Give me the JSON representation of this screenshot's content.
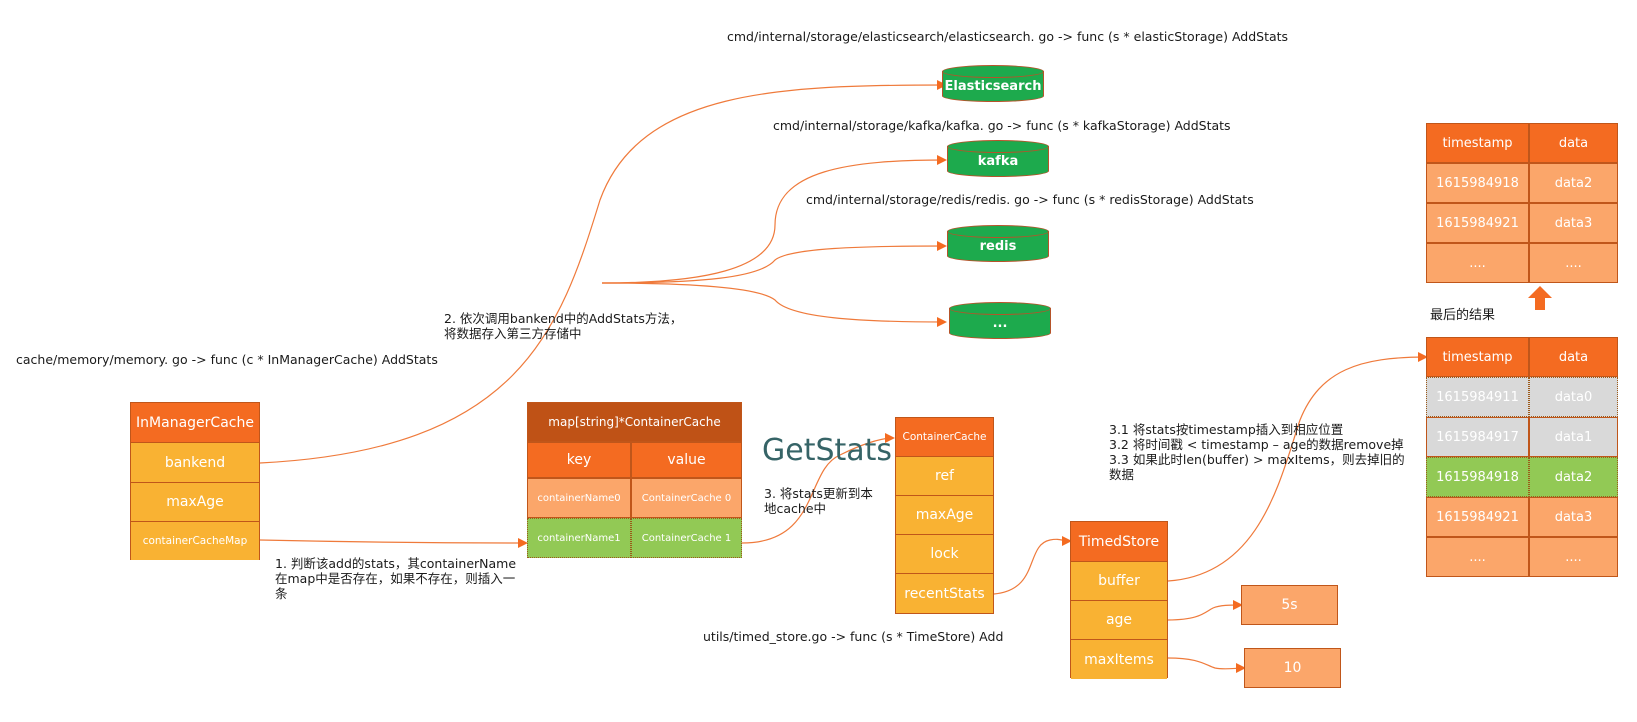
{
  "colors": {
    "header": "#f46b21",
    "header_dark": "#bf5216",
    "field": "#f9b233",
    "light": "#fba66a",
    "new_entry": "#92c955",
    "removed": "#d9d9d9",
    "db": "#1daa4d",
    "wire": "#ef7a3b",
    "getstats": "#366467"
  },
  "paths": {
    "elasticsearch": "cmd/internal/storage/elasticsearch/elasticsearch. go  -> func (s * elasticStorage) AddStats",
    "kafka": "cmd/internal/storage/kafka/kafka. go  -> func (s * kafkaStorage) AddStats",
    "redis": "cmd/internal/storage/redis/redis. go  -> func (s * redisStorage) AddStats",
    "memory": "cache/memory/memory. go  -> func (c * InManagerCache) AddStats",
    "timed_store": "utils/timed_store.go -> func (s * TimeStore) Add"
  },
  "databases": [
    {
      "name": "Elasticsearch"
    },
    {
      "name": "kafka"
    },
    {
      "name": "redis"
    },
    {
      "name": "..."
    }
  ],
  "notes": {
    "step1": "1. 判断该add的stats，其containerName在map中是否存在，如果不存在，则插入一条",
    "step2_line1": "2. 依次调用bankend中的AddStats方法，",
    "step2_line2": "将数据存入第三方存储中",
    "step3": "3. 将stats更新到本地cache中",
    "step31": "3.1 将stats按timestamp插入到相应位置",
    "step32": "3.2 将时间戳 < timestamp – age的数据remove掉",
    "step33": "3.3 如果此时len(buffer) > maxItems，则去掉旧的数据",
    "final_result": "最后的结果",
    "getstats": "GetStats"
  },
  "in_manager_cache": {
    "title": "InManagerCache",
    "fields": [
      "bankend",
      "maxAge",
      "containerCacheMap"
    ]
  },
  "container_map": {
    "title": "map[string]*ContainerCache",
    "headers": [
      "key",
      "value"
    ],
    "rows": [
      [
        "containerName0",
        "ContainerCache 0"
      ],
      [
        "containerName1",
        "ContainerCache 1"
      ]
    ]
  },
  "container_cache": {
    "title": "ContainerCache",
    "fields": [
      "ref",
      "maxAge",
      "lock",
      "recentStats"
    ]
  },
  "timed_store": {
    "title": "TimedStore",
    "fields": [
      "buffer",
      "age",
      "maxItems"
    ],
    "age_value": "5s",
    "max_items_value": "10"
  },
  "buffer_table": {
    "headers": [
      "timestamp",
      "data"
    ],
    "rows": [
      {
        "timestamp": "1615984911",
        "data": "data0",
        "state": "removed"
      },
      {
        "timestamp": "1615984917",
        "data": "data1",
        "state": "removed"
      },
      {
        "timestamp": "1615984918",
        "data": "data2",
        "state": "new"
      },
      {
        "timestamp": "1615984921",
        "data": "data3",
        "state": "kept"
      },
      {
        "timestamp": "....",
        "data": "....",
        "state": "kept"
      }
    ]
  },
  "result_table": {
    "headers": [
      "timestamp",
      "data"
    ],
    "rows": [
      {
        "timestamp": "1615984918",
        "data": "data2"
      },
      {
        "timestamp": "1615984921",
        "data": "data3"
      },
      {
        "timestamp": "....",
        "data": "...."
      }
    ]
  }
}
